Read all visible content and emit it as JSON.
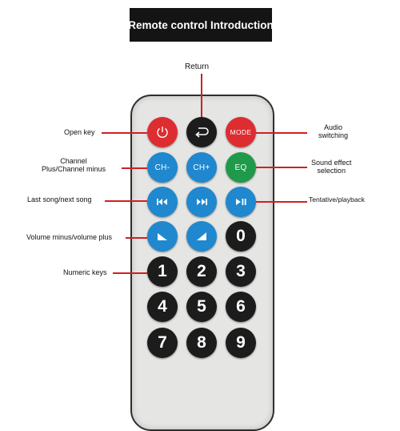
{
  "title": "Remote control Introduction",
  "labels": {
    "return": "Return",
    "open_key": "Open key",
    "audio_switching": "Audio\nswitching",
    "channel": "Channel\nPlus/Channel minus",
    "sound_effect": "Sound effect\nselection",
    "last_next_song": "Last song/next song",
    "tentative_playback": "Tentative/playback",
    "volume": "Volume minus/volume plus",
    "numeric_keys": "Numeric keys"
  },
  "buttons": {
    "ch_minus": "CH-",
    "ch_plus": "CH+",
    "eq": "EQ",
    "mode": "MODE",
    "num_0": "0",
    "num_1": "1",
    "num_2": "2",
    "num_3": "3",
    "num_4": "4",
    "num_5": "5",
    "num_6": "6",
    "num_7": "7",
    "num_8": "8",
    "num_9": "9"
  },
  "colors": {
    "power_button": "#dd2d30",
    "mode_button": "#dd2d30",
    "return_button": "#1c1c1c",
    "channel_buttons": "#1f88cf",
    "eq_button": "#1f9a4a",
    "transport_buttons": "#1f88cf",
    "volume_buttons": "#1f88cf",
    "number_buttons": "#1c1c1c",
    "callout_lines": "#d02020",
    "title_background": "#141414"
  }
}
